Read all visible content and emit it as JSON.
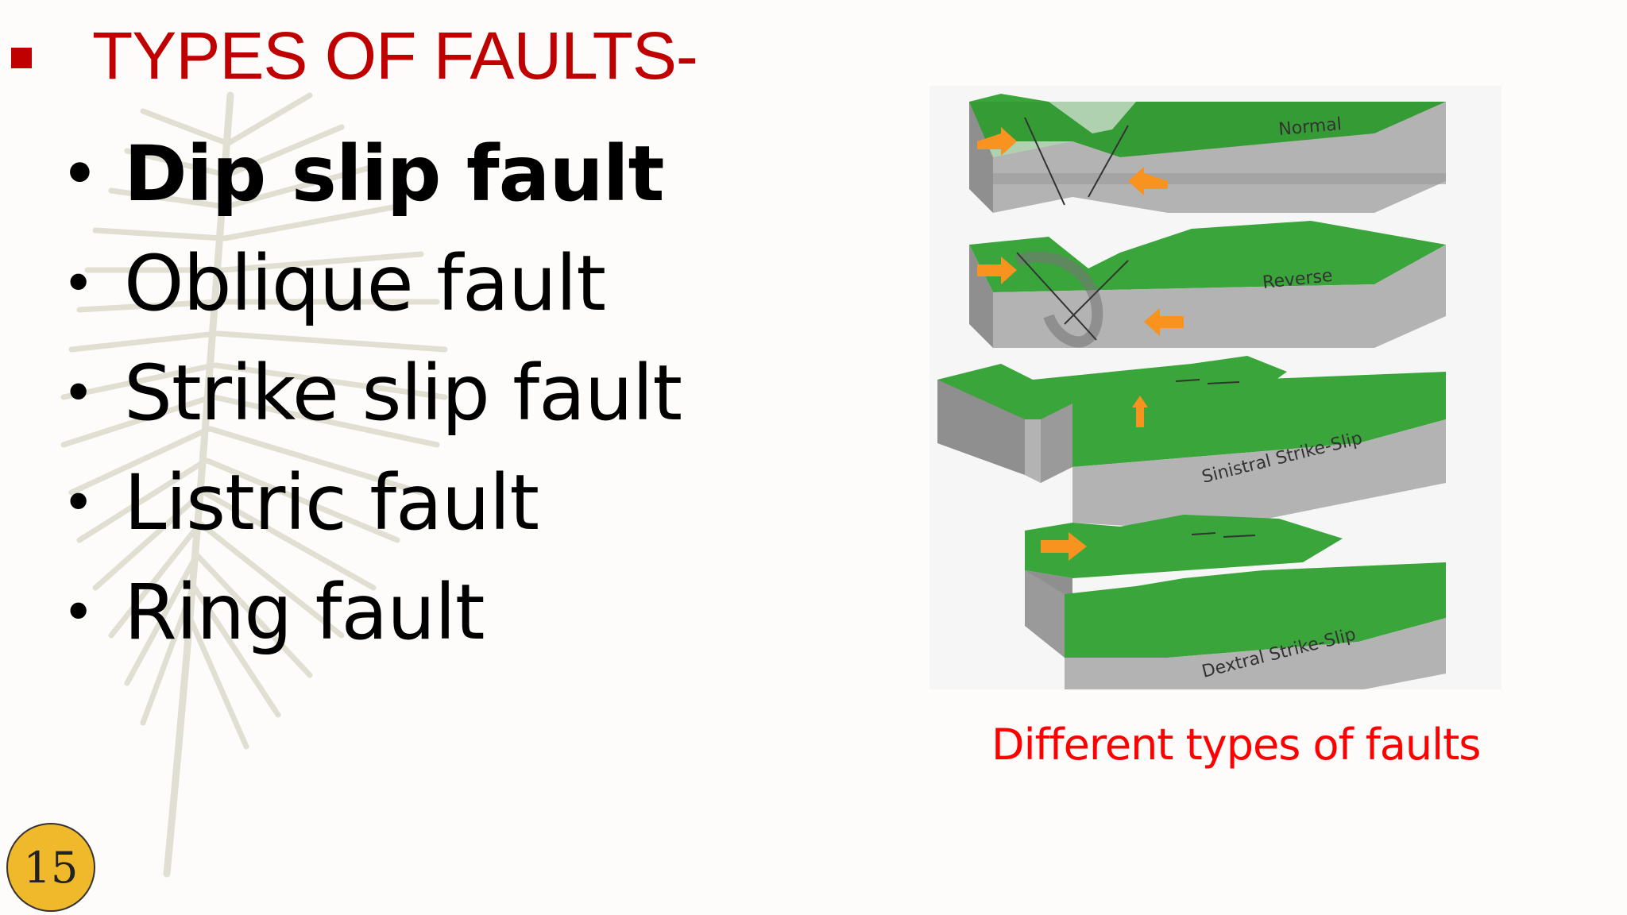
{
  "slide": {
    "title": "TYPES OF FAULTS-",
    "bullets": [
      {
        "label": "Dip slip fault",
        "bold": true
      },
      {
        "label": "Oblique fault",
        "bold": false
      },
      {
        "label": "Strike slip fault",
        "bold": false
      },
      {
        "label": "Listric fault",
        "bold": false
      },
      {
        "label": "Ring fault",
        "bold": false
      }
    ],
    "bullet_marker": "•",
    "figure": {
      "caption": "Different types of faults",
      "block_labels": [
        "Normal",
        "Reverse",
        "Sinistral Strike-Slip",
        "Dextral Strike-Slip"
      ]
    },
    "page_number": "15"
  },
  "colors": {
    "title": "#c00000",
    "caption": "#ff0000",
    "terrain_green": "#3aa53a",
    "rock_gray": "#a8a8a8",
    "arrow_orange": "#f7931e",
    "badge": "#f0b92c"
  }
}
